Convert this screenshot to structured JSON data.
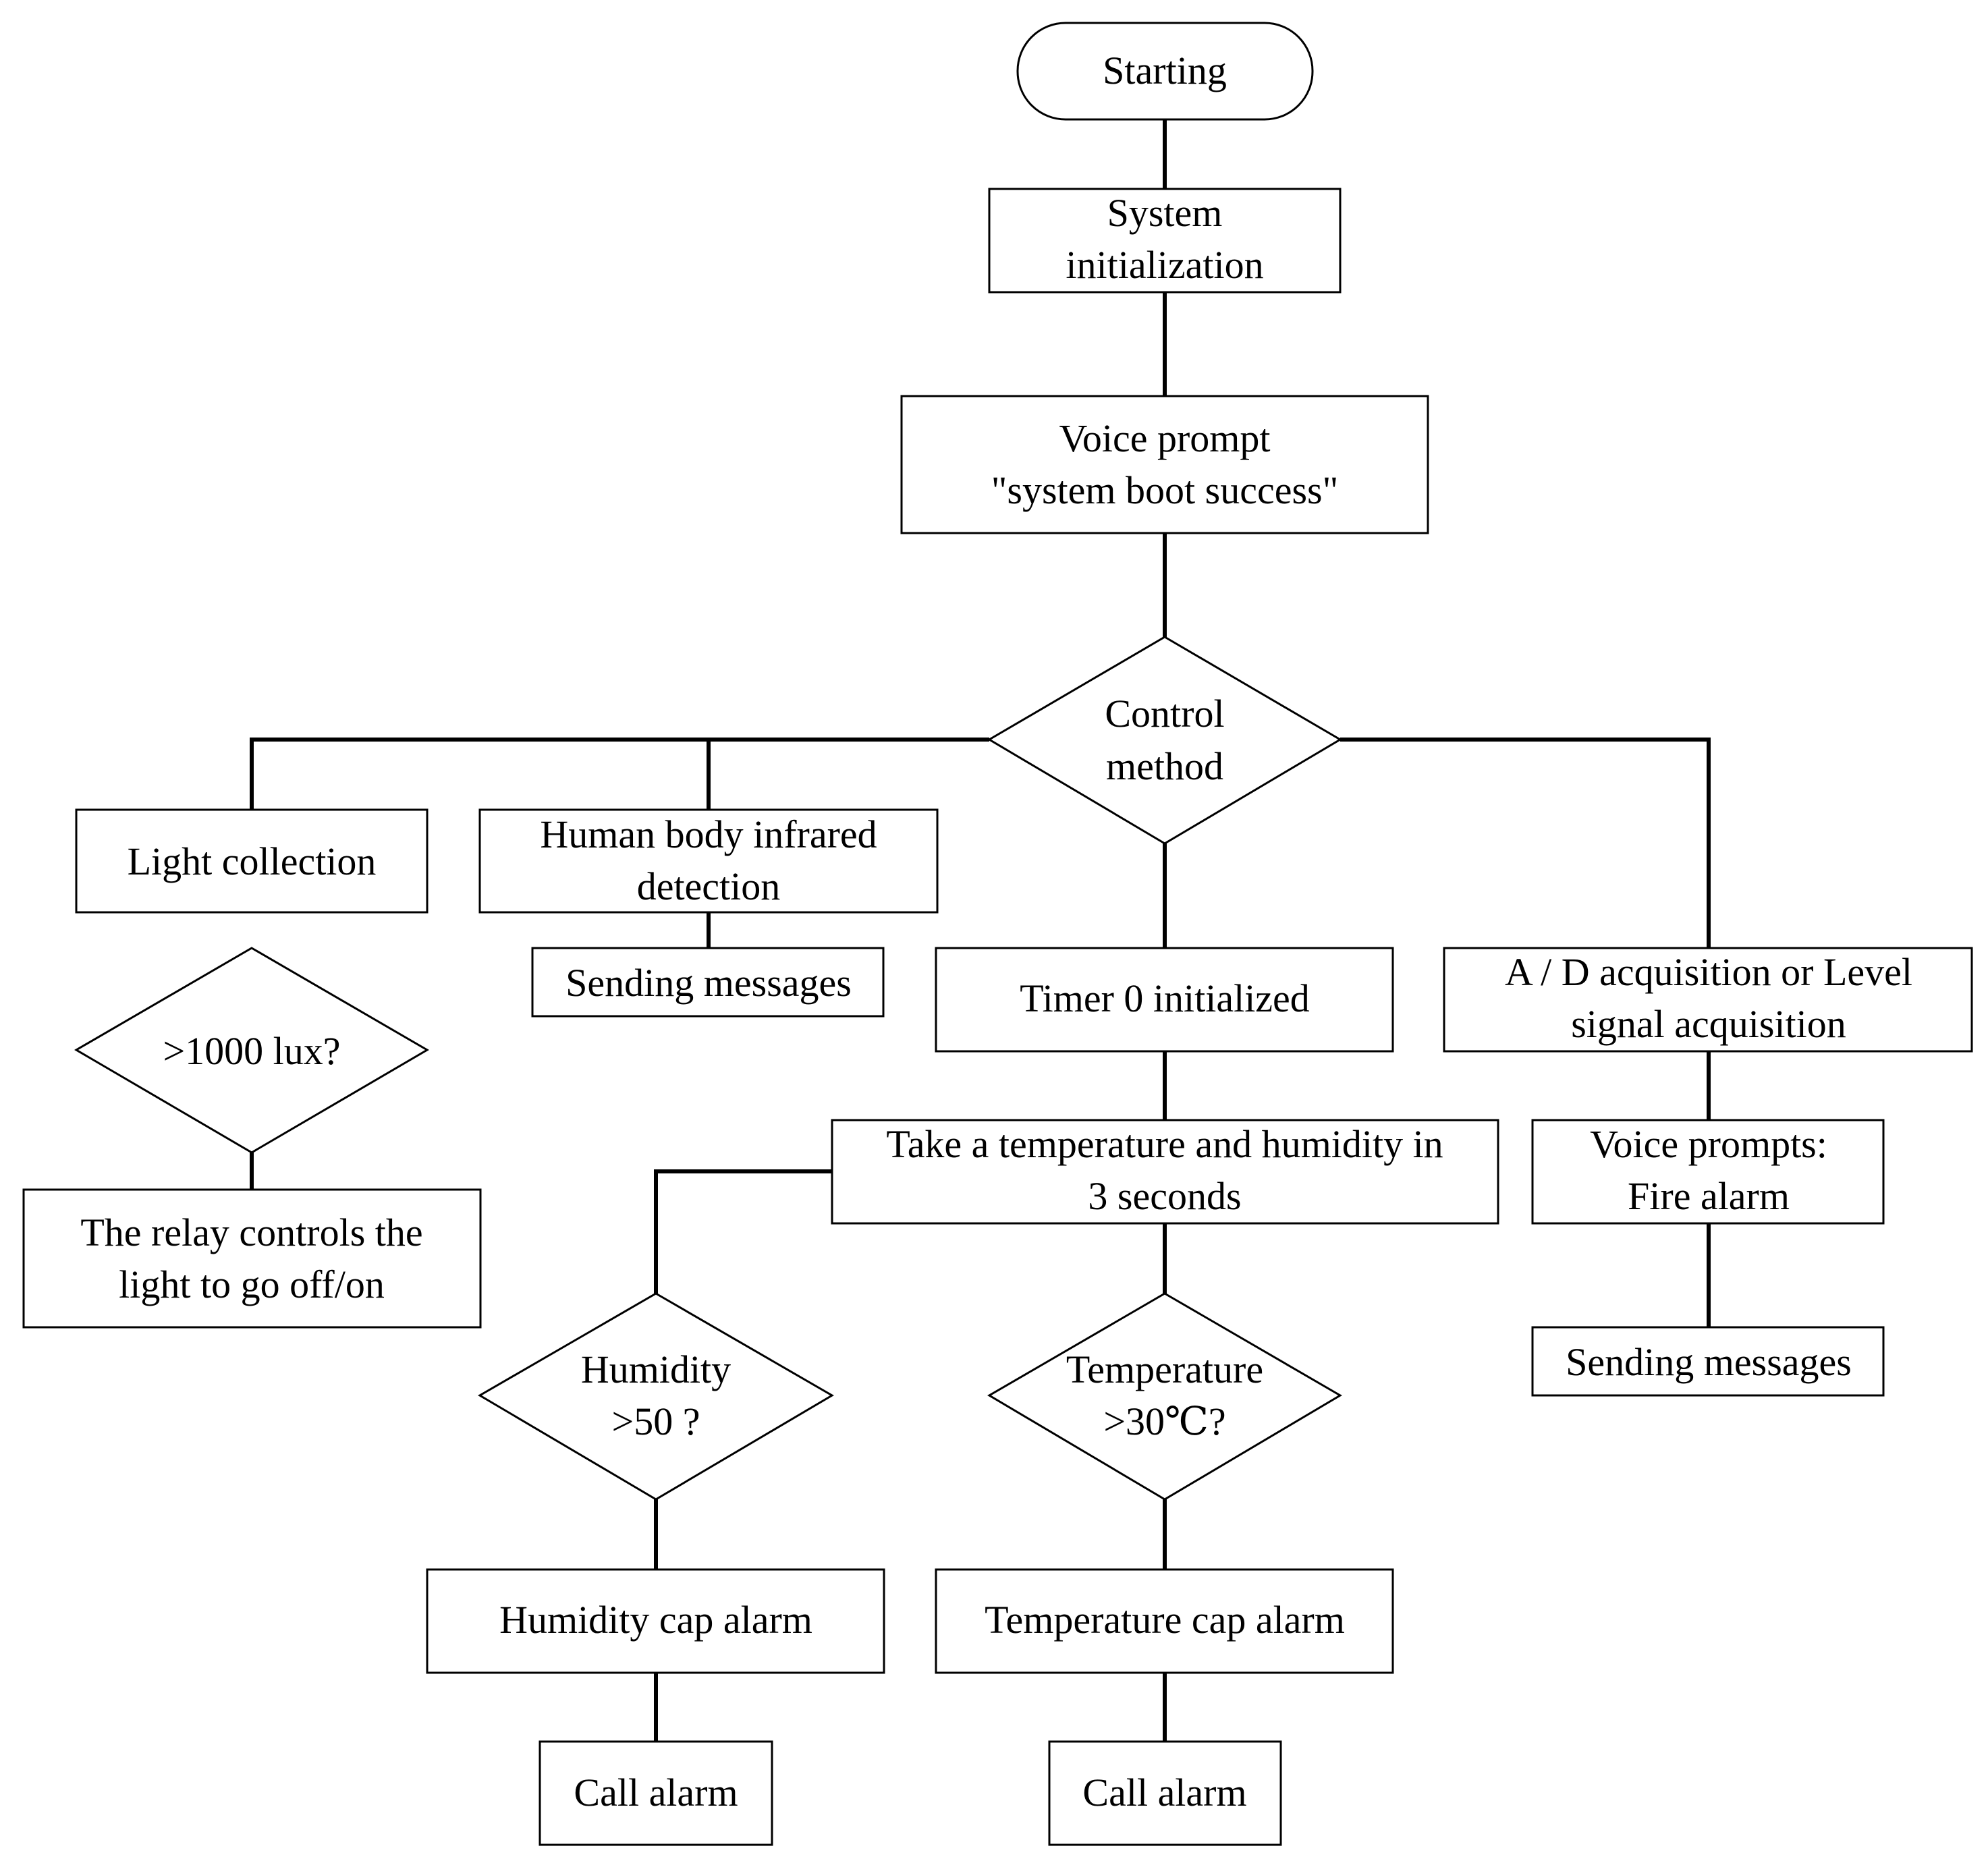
{
  "nodes": {
    "starting": {
      "lines": [
        "Starting"
      ]
    },
    "system_init": {
      "lines": [
        "System",
        "initialization"
      ]
    },
    "voice_prompt": {
      "lines": [
        "Voice prompt",
        "\"system boot success\""
      ]
    },
    "control_method": {
      "lines": [
        "Control",
        "method"
      ]
    },
    "light_collection": {
      "lines": [
        "Light collection"
      ]
    },
    "human_body_ir": {
      "lines": [
        "Human body infrared",
        "detection"
      ]
    },
    "sending_messages_1": {
      "lines": [
        "Sending messages"
      ]
    },
    "timer0_init": {
      "lines": [
        "Timer 0  initialized"
      ]
    },
    "ad_acquisition": {
      "lines": [
        "A / D acquisition or Level",
        "signal acquisition"
      ]
    },
    "lux_check": {
      "lines": [
        ">1000 lux?"
      ]
    },
    "relay_light": {
      "lines": [
        "The relay controls the",
        "light to go off/on"
      ]
    },
    "take_temp_humidity": {
      "lines": [
        "Take a temperature and humidity in",
        "3 seconds"
      ]
    },
    "voice_fire_alarm": {
      "lines": [
        "Voice prompts:",
        "Fire alarm"
      ]
    },
    "sending_messages_2": {
      "lines": [
        "Sending messages"
      ]
    },
    "humidity_check": {
      "lines": [
        "Humidity",
        ">50 ?"
      ]
    },
    "temperature_check": {
      "lines": [
        "Temperature",
        ">30℃?"
      ]
    },
    "humidity_cap_alarm": {
      "lines": [
        "Humidity cap alarm"
      ]
    },
    "temperature_cap_alarm": {
      "lines": [
        "Temperature cap alarm"
      ]
    },
    "call_alarm_1": {
      "lines": [
        "Call alarm"
      ]
    },
    "call_alarm_2": {
      "lines": [
        "Call alarm"
      ]
    }
  }
}
